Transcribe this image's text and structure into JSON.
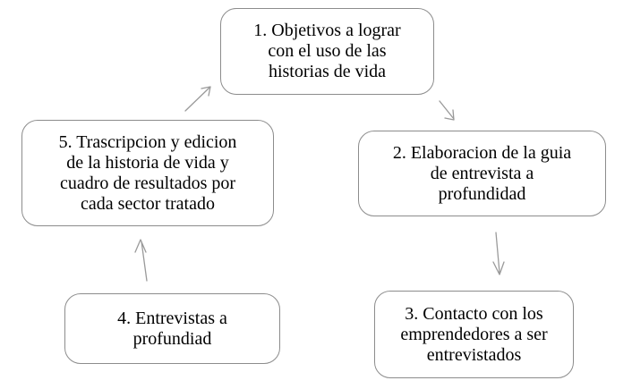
{
  "steps": [
    {
      "id": "step-1",
      "lines": [
        "1. Objetivos a lograr",
        "con el uso de las",
        "historias de vida"
      ]
    },
    {
      "id": "step-2",
      "lines": [
        "2. Elaboracion de la guia",
        "de entrevista a",
        "profundidad"
      ]
    },
    {
      "id": "step-3",
      "lines": [
        "3. Contacto con los",
        "emprendedores a ser",
        "entrevistados"
      ]
    },
    {
      "id": "step-4",
      "lines": [
        "4. Entrevistas a",
        "profundiad"
      ]
    },
    {
      "id": "step-5",
      "lines": [
        "5. Trascripcion y edicion",
        "de la historia de vida y",
        "cuadro de resultados por",
        "cada sector tratado"
      ]
    }
  ],
  "colors": {
    "box_border": "#8c8c8c",
    "arrow": "#9a9a9a",
    "text": "#000000"
  }
}
